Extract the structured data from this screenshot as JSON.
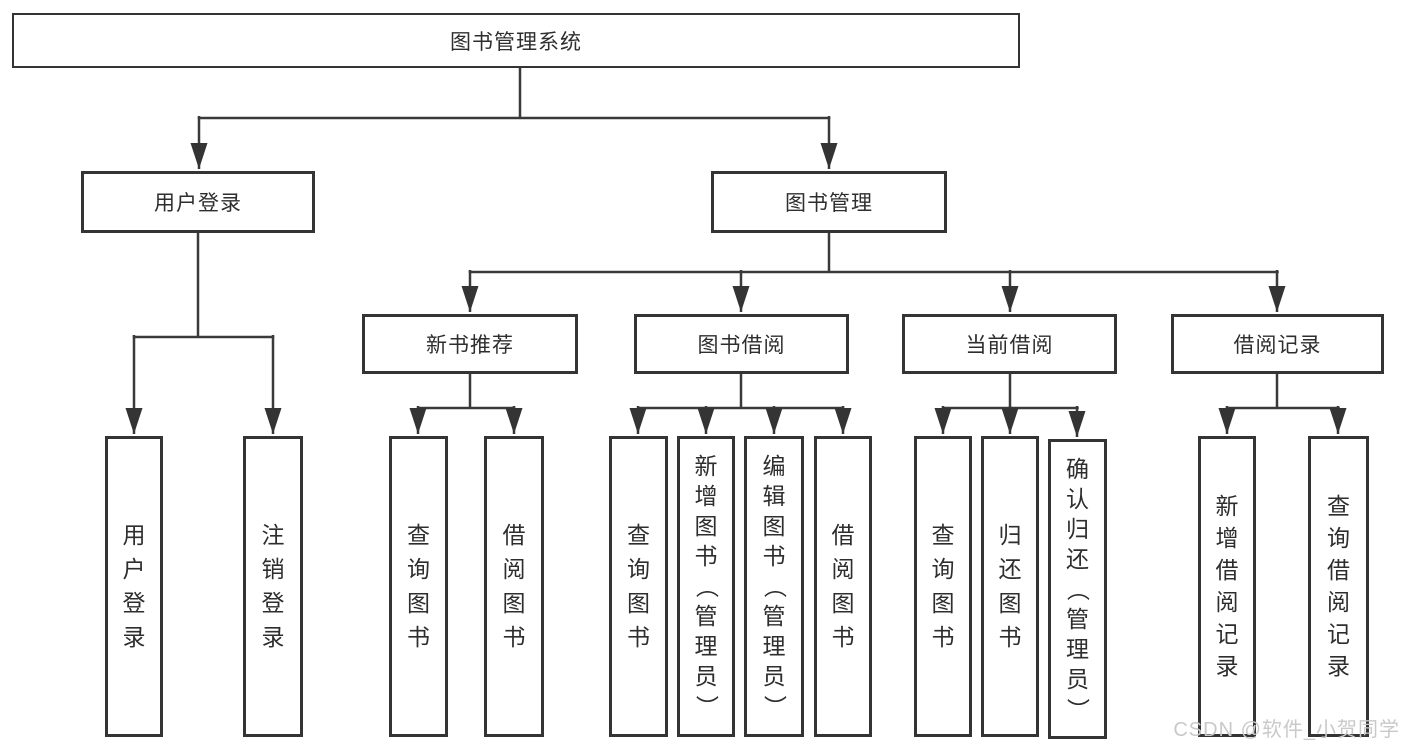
{
  "diagram": {
    "root": {
      "label": "图书管理系统"
    },
    "level2": [
      {
        "label": "用户登录",
        "children": [
          "用户登录",
          "注销登录"
        ]
      },
      {
        "label": "图书管理"
      }
    ],
    "level3": [
      {
        "label": "新书推荐",
        "children": [
          "查询图书",
          "借阅图书"
        ]
      },
      {
        "label": "图书借阅",
        "children": [
          "查询图书",
          "新增图书（管理员）",
          "编辑图书（管理员）",
          "借阅图书"
        ]
      },
      {
        "label": "当前借阅",
        "children": [
          "查询图书",
          "归还图书",
          "确认归还（管理员）"
        ]
      },
      {
        "label": "借阅记录",
        "children": [
          "新增借阅记录",
          "查询借阅记录"
        ]
      }
    ]
  },
  "watermark": "CSDN @软件_小贺同学",
  "colors": {
    "line": "#3a3a3a",
    "text": "#2e2e2e",
    "watermark": "#c9c9c9",
    "background": "#ffffff"
  }
}
